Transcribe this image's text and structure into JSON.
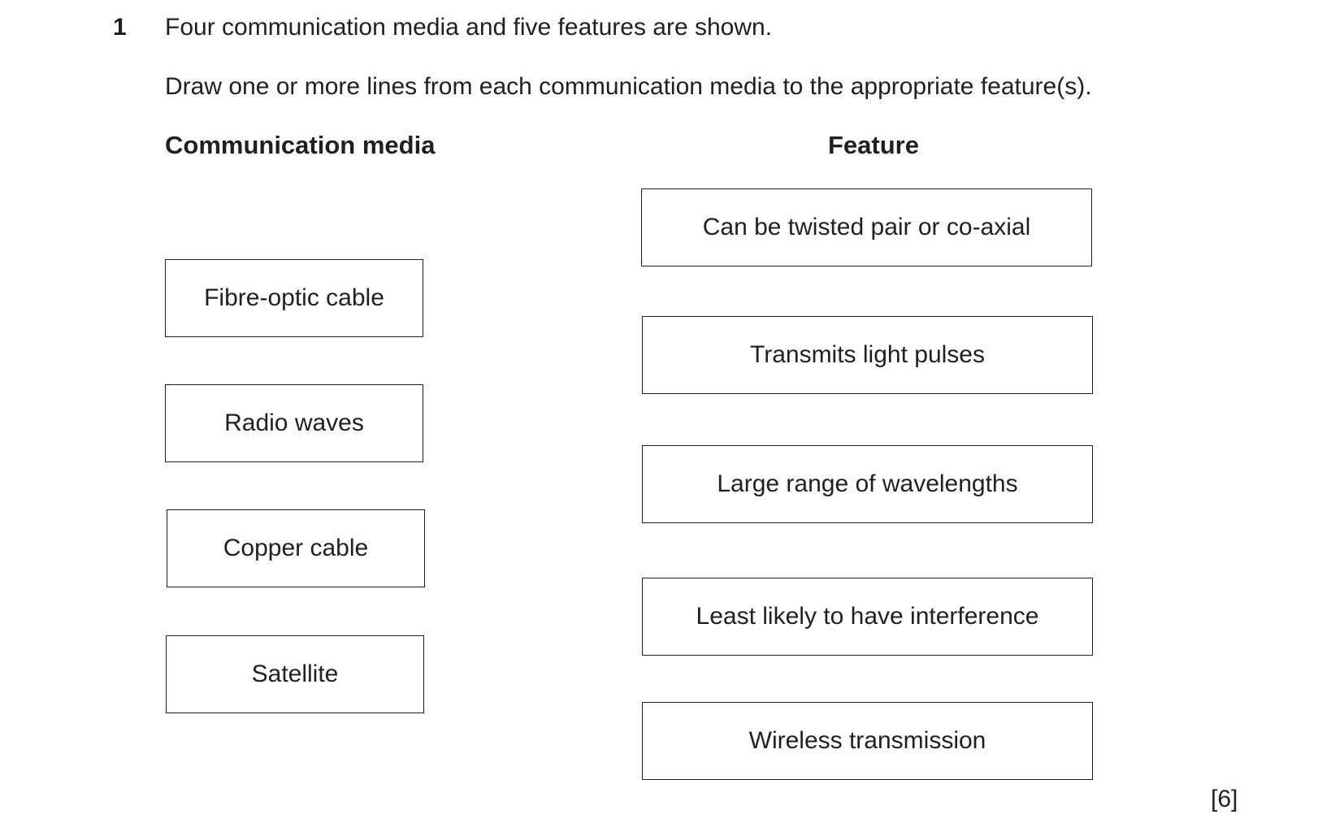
{
  "question": {
    "number": "1",
    "intro": "Four communication media and five features are shown.",
    "instruction": "Draw one or more lines from each communication media to the appropriate feature(s).",
    "marks": "[6]"
  },
  "columns": {
    "media_heading": "Communication media",
    "feature_heading": "Feature"
  },
  "media": [
    {
      "label": "Fibre-optic cable"
    },
    {
      "label": "Radio waves"
    },
    {
      "label": "Copper cable"
    },
    {
      "label": "Satellite"
    }
  ],
  "features": [
    {
      "label": "Can be twisted pair or co-axial"
    },
    {
      "label": "Transmits light pulses"
    },
    {
      "label": "Large range of wavelengths"
    },
    {
      "label": "Least likely to have interference"
    },
    {
      "label": "Wireless transmission"
    }
  ]
}
